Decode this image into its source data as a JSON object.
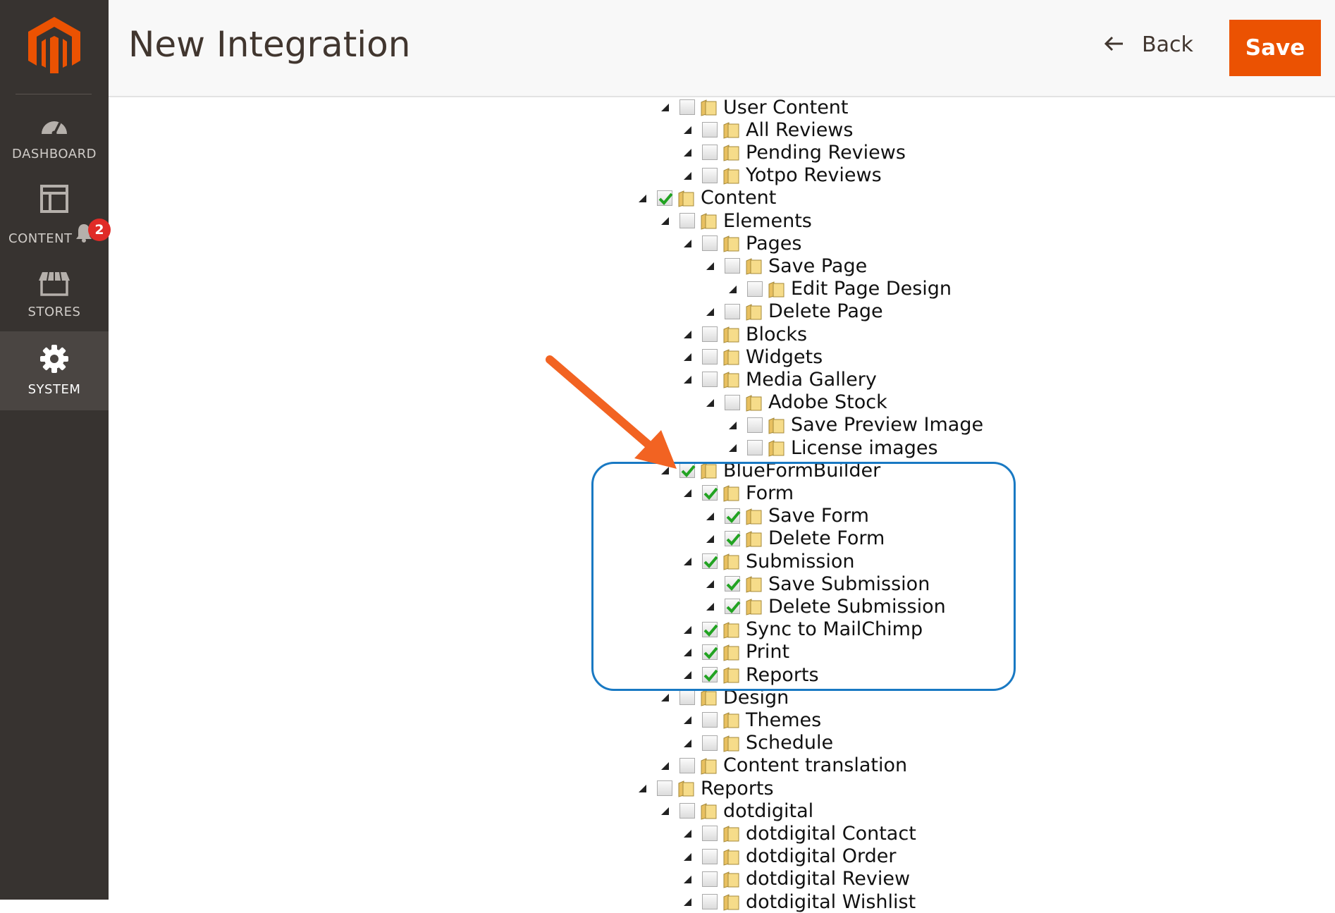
{
  "sidebar": {
    "items": [
      {
        "label": "DASHBOARD",
        "icon": "dashboard-icon"
      },
      {
        "label": "CONTENT",
        "icon": "content-icon",
        "badge": "2"
      },
      {
        "label": "STORES",
        "icon": "stores-icon"
      },
      {
        "label": "SYSTEM",
        "icon": "gear-icon",
        "active": true
      }
    ]
  },
  "header": {
    "title": "New Integration",
    "back_label": "Back",
    "save_label": "Save"
  },
  "colors": {
    "sidebar": "#373330",
    "active": "#4a4542",
    "save": "#eb5202",
    "highlight": "#1979c3",
    "annotation_arrow": "#f26322"
  },
  "tree": [
    {
      "label": "User Content",
      "level": 1,
      "checked": false
    },
    {
      "label": "All Reviews",
      "level": 2,
      "checked": false
    },
    {
      "label": "Pending Reviews",
      "level": 2,
      "checked": false
    },
    {
      "label": "Yotpo Reviews",
      "level": 2,
      "checked": false
    },
    {
      "label": "Content",
      "level": 0,
      "checked": true
    },
    {
      "label": "Elements",
      "level": 1,
      "checked": false
    },
    {
      "label": "Pages",
      "level": 2,
      "checked": false
    },
    {
      "label": "Save Page",
      "level": 3,
      "checked": false
    },
    {
      "label": "Edit Page Design",
      "level": 4,
      "checked": false
    },
    {
      "label": "Delete Page",
      "level": 3,
      "checked": false
    },
    {
      "label": "Blocks",
      "level": 2,
      "checked": false
    },
    {
      "label": "Widgets",
      "level": 2,
      "checked": false
    },
    {
      "label": "Media Gallery",
      "level": 2,
      "checked": false
    },
    {
      "label": "Adobe Stock",
      "level": 3,
      "checked": false
    },
    {
      "label": "Save Preview Image",
      "level": 4,
      "checked": false
    },
    {
      "label": "License images",
      "level": 4,
      "checked": false
    },
    {
      "label": "BlueFormBuilder",
      "level": 1,
      "checked": true
    },
    {
      "label": "Form",
      "level": 2,
      "checked": true
    },
    {
      "label": "Save Form",
      "level": 3,
      "checked": true
    },
    {
      "label": "Delete Form",
      "level": 3,
      "checked": true
    },
    {
      "label": "Submission",
      "level": 2,
      "checked": true
    },
    {
      "label": "Save Submission",
      "level": 3,
      "checked": true
    },
    {
      "label": "Delete Submission",
      "level": 3,
      "checked": true
    },
    {
      "label": "Sync to MailChimp",
      "level": 2,
      "checked": true
    },
    {
      "label": "Print",
      "level": 2,
      "checked": true
    },
    {
      "label": "Reports",
      "level": 2,
      "checked": true
    },
    {
      "label": "Design",
      "level": 1,
      "checked": false
    },
    {
      "label": "Themes",
      "level": 2,
      "checked": false
    },
    {
      "label": "Schedule",
      "level": 2,
      "checked": false
    },
    {
      "label": "Content translation",
      "level": 1,
      "checked": false
    },
    {
      "label": "Reports",
      "level": 0,
      "checked": false
    },
    {
      "label": "dotdigital",
      "level": 1,
      "checked": false
    },
    {
      "label": "dotdigital Contact",
      "level": 2,
      "checked": false
    },
    {
      "label": "dotdigital Order",
      "level": 2,
      "checked": false
    },
    {
      "label": "dotdigital Review",
      "level": 2,
      "checked": false
    },
    {
      "label": "dotdigital Wishlist",
      "level": 2,
      "checked": false
    }
  ]
}
